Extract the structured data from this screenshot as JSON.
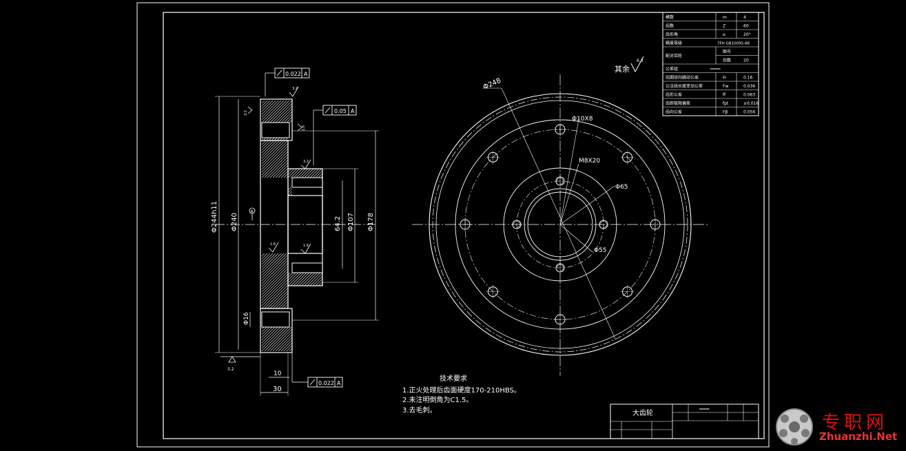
{
  "param_table": {
    "rows": [
      {
        "label": "模数",
        "sym": "m",
        "val": "4"
      },
      {
        "label": "齿数",
        "sym": "Z",
        "val": "60"
      },
      {
        "label": "齿形角",
        "sym": "α",
        "val": "20°"
      },
      {
        "label": "精度等级",
        "sym": "",
        "val": "7FH GB10095-88"
      },
      {
        "label": "配对齿轮",
        "sym": "图号",
        "val": ""
      },
      {
        "label": "",
        "sym": "齿数",
        "val": "20"
      },
      {
        "label": "公差组",
        "sym": "",
        "val": "━━━━"
      },
      {
        "label": "齿圈径向跳动公差",
        "sym": "Fr",
        "val": "0.16"
      },
      {
        "label": "公法线长度变动公差",
        "sym": "Fw",
        "val": "0.036"
      },
      {
        "label": "齿形公差",
        "sym": "ff",
        "val": "0.063"
      },
      {
        "label": "齿距极限偏差",
        "sym": "fpt",
        "val": "±0.016"
      },
      {
        "label": "齿向公差",
        "sym": "Fβ",
        "val": "0.056"
      }
    ]
  },
  "section_view": {
    "tol_top": {
      "value": "0.022",
      "datum": "A"
    },
    "tol_mid": {
      "value": "0.05",
      "datum": "A"
    },
    "tol_bottom": {
      "value": "0.022",
      "datum": "A"
    },
    "dims": {
      "od": "Φ244h11",
      "d_root": "Φ240",
      "d_bore": "64.2",
      "d_107": "Φ107",
      "d_178": "Φ178",
      "d_16": "Φ16",
      "w_30": "30",
      "w_10": "10"
    },
    "roughness": [
      "3.2",
      "3.2",
      "3.2",
      "1.6",
      "1.6",
      "1.6",
      "3.2"
    ],
    "datum_label": "A"
  },
  "front_view": {
    "d_248": "Φ248",
    "hole_pattern": "Φ10X8",
    "thread": "M8X20",
    "d_65": "Φ65",
    "d_55": "Φ55",
    "others_label": "其余",
    "others_roughness": "6.3"
  },
  "tech_req": {
    "title": "技术要求",
    "items": [
      "1.正火处理后齿面硬度170-210HBS。",
      "2.未注明倒角为C1.5。",
      "3.去毛刺。"
    ]
  },
  "title_block": {
    "name": "大齿轮",
    "material": "━━━━"
  },
  "watermark": {
    "cn": "专职网",
    "en": "Zhuanzhi.Net"
  }
}
